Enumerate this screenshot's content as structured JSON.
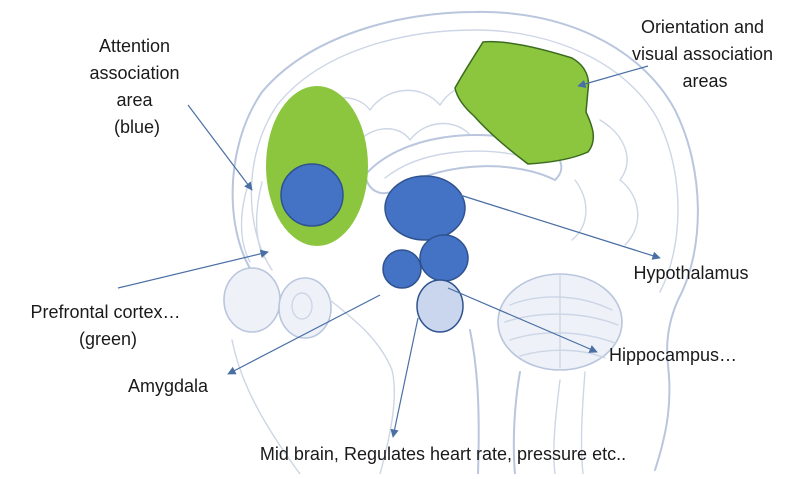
{
  "colors": {
    "green": "#8cc63f",
    "blue": "#4472c4",
    "blue_outline": "#2f528f",
    "light_blue": "#c9d6ee",
    "arrow": "#4a6fa5",
    "sketch": "#b9c6dd"
  },
  "labels": {
    "attention": [
      "Attention",
      "association",
      "area",
      "(blue)"
    ],
    "orientation": [
      "Orientation  and",
      "visual association",
      "areas"
    ],
    "prefrontal": [
      "Prefrontal cortex…",
      "(green)"
    ],
    "hypothalamus": [
      "Hypothalamus"
    ],
    "hippocampus": [
      "Hippocampus…"
    ],
    "amygdala": [
      "Amygdala"
    ],
    "midbrain": [
      "Mid brain, Regulates heart rate, pressure etc.."
    ]
  }
}
